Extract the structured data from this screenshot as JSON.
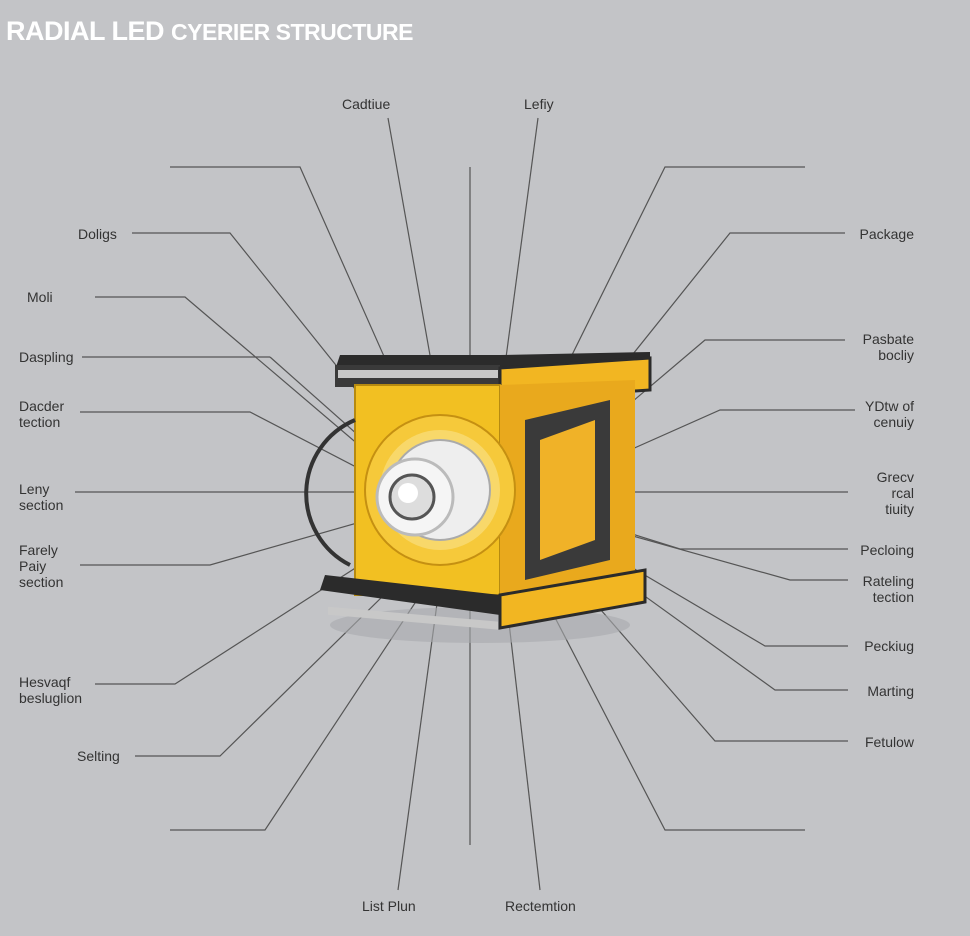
{
  "title": {
    "part1": "RADIAL LED",
    "part2": "CYERIER STRUCTURE"
  },
  "labels": {
    "top": [
      "Cadtiue",
      "Lefiy"
    ],
    "left": [
      "Doligs",
      "Moli",
      "Daspling",
      "Dacder\ntection",
      "Leny\nsection",
      "Farely\nPaiy\nsection",
      "Hesvaqf\nbesluglion",
      "Selting"
    ],
    "right": [
      "Package",
      "Pasbate\nbocliy",
      "YDtw of\ncenuiy",
      "Grecv\nrcal\ntiuity",
      "Pecloing",
      "Rateling\ntection",
      "Peckiug",
      "Marting",
      "Fetulow"
    ],
    "bottom": [
      "List Plun",
      "Rectemtion"
    ]
  },
  "colors": {
    "background": "#c3c4c7",
    "housing": "#f2b622",
    "frame": "#2b2b2b"
  }
}
